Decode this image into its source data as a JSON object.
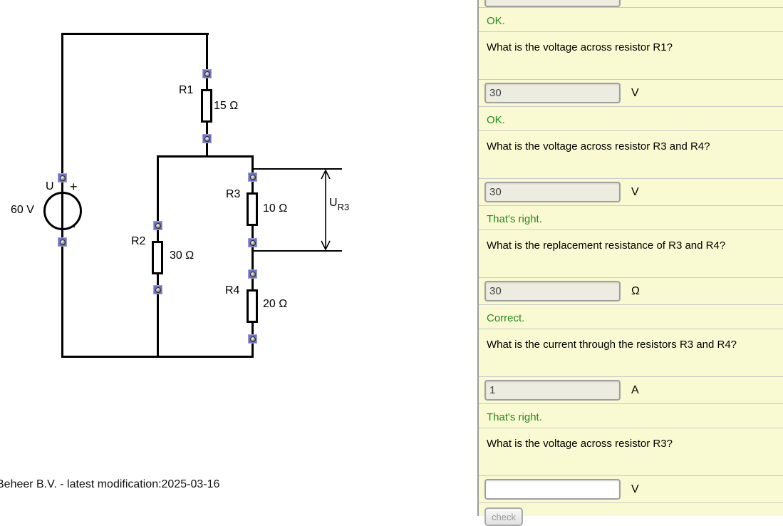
{
  "circuit": {
    "source": {
      "label": "U",
      "plus": "+",
      "minus": "-",
      "value": "60 V"
    },
    "resistors": [
      {
        "id": "R1",
        "name": "R1",
        "value": "15 Ω"
      },
      {
        "id": "R2",
        "name": "R2",
        "value": "30 Ω"
      },
      {
        "id": "R3",
        "name": "R3",
        "value": "10 Ω"
      },
      {
        "id": "R4",
        "name": "R4",
        "value": "20 Ω"
      }
    ],
    "measurement": {
      "label": "U",
      "subscript": "R3"
    }
  },
  "panel": {
    "rows": [
      {
        "type": "partial-input",
        "value": "",
        "filled": true
      },
      {
        "type": "feedback",
        "text": "OK."
      },
      {
        "type": "question",
        "text": "What is the voltage across resistor R1?"
      },
      {
        "type": "input",
        "value": "30",
        "unit": "V",
        "filled": true
      },
      {
        "type": "feedback",
        "text": "OK."
      },
      {
        "type": "question",
        "text": "What is the voltage across resistor R3 and R4?"
      },
      {
        "type": "input",
        "value": "30",
        "unit": "V",
        "filled": true
      },
      {
        "type": "feedback",
        "text": "That's right."
      },
      {
        "type": "question",
        "text": "What is the replacement resistance of R3 and R4?"
      },
      {
        "type": "input",
        "value": "30",
        "unit": "Ω",
        "filled": true
      },
      {
        "type": "feedback",
        "text": "Correct."
      },
      {
        "type": "question",
        "text": "What is the current through the resistors R3 and R4?"
      },
      {
        "type": "input",
        "value": "1",
        "unit": "A",
        "filled": true
      },
      {
        "type": "feedback",
        "text": "That's right."
      },
      {
        "type": "question",
        "text": "What is the voltage across resistor R3?"
      },
      {
        "type": "input",
        "value": "",
        "unit": "V",
        "filled": false
      },
      {
        "type": "button",
        "label": "check"
      }
    ]
  },
  "footer": {
    "text": "Beheer B.V. - latest modification:2025-03-16"
  },
  "colors": {
    "panel_background": "#FAFAD2",
    "feedback_green": "#1F8A1F",
    "filled_input_background": "#ECECE1",
    "node_purple": "#7173C9",
    "separator_gray": "#C9C9C9"
  }
}
